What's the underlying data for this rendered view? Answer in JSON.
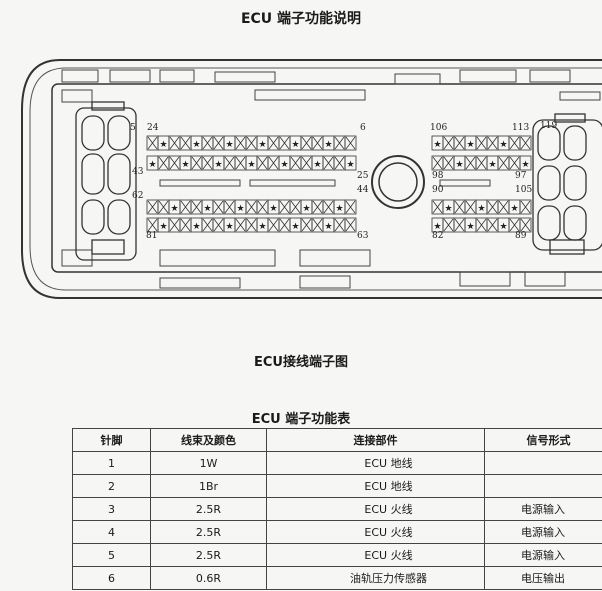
{
  "document": {
    "title": "ECU 端子功能说明",
    "diagram_caption": "ECU接线端子图",
    "table_title": "ECU 端子功能表"
  },
  "connector": {
    "pin_labels": [
      "5",
      "24",
      "6",
      "43",
      "25",
      "44",
      "62",
      "81",
      "63",
      "106",
      "113",
      "119",
      "98",
      "90",
      "97",
      "105",
      "82",
      "89"
    ]
  },
  "table": {
    "headers": [
      "针脚",
      "线束及颜色",
      "连接部件",
      "信号形式"
    ],
    "rows": [
      [
        "1",
        "1W",
        "ECU 地线",
        ""
      ],
      [
        "2",
        "1Br",
        "ECU 地线",
        ""
      ],
      [
        "3",
        "2.5R",
        "ECU 火线",
        "电源输入"
      ],
      [
        "4",
        "2.5R",
        "ECU 火线",
        "电源输入"
      ],
      [
        "5",
        "2.5R",
        "ECU 火线",
        "电源输入"
      ],
      [
        "6",
        "0.6R",
        "油轨压力传感器",
        "电压输出"
      ]
    ]
  }
}
